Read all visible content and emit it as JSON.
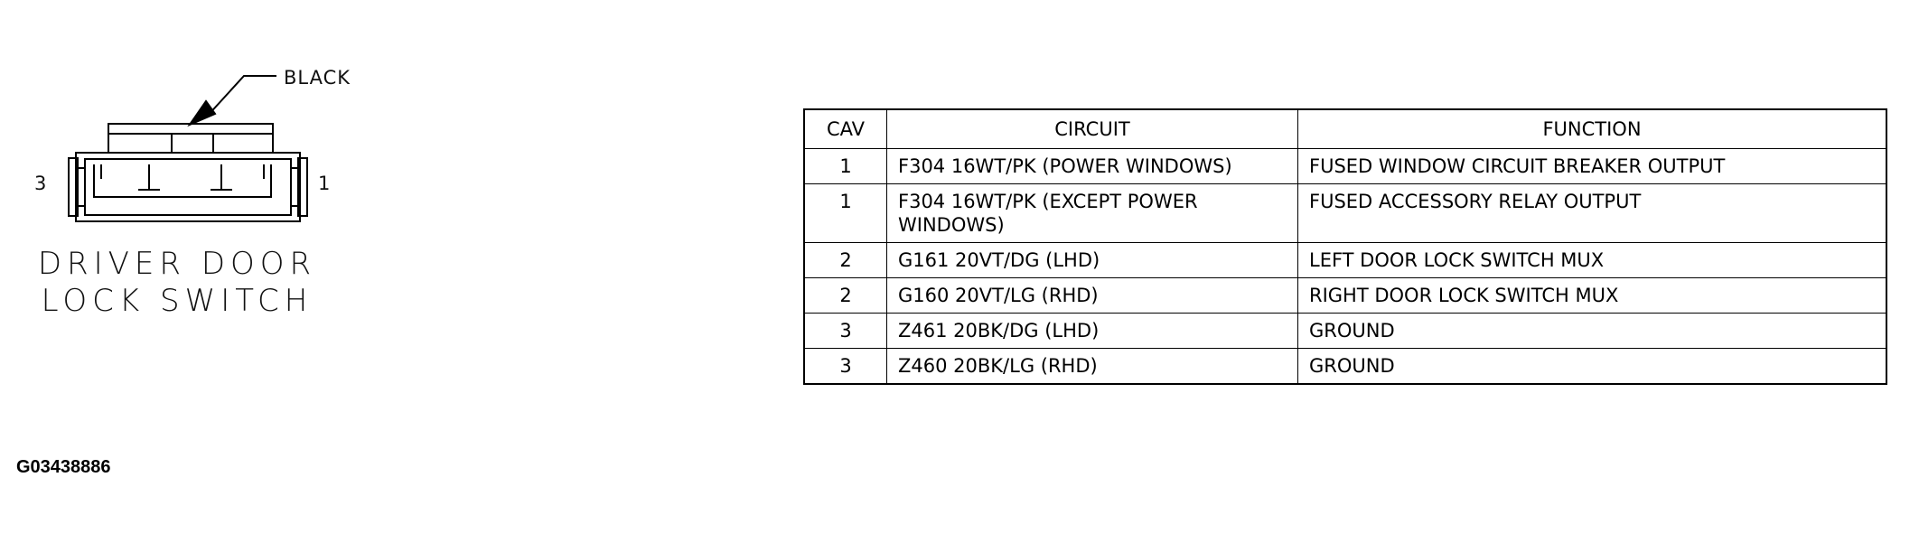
{
  "connector": {
    "color_label": "BLACK",
    "cavity_left": "3",
    "cavity_right": "1",
    "title_line1": "DRIVER DOOR",
    "title_line2": "LOCK SWITCH"
  },
  "table": {
    "headers": [
      "CAV",
      "CIRCUIT",
      "FUNCTION"
    ],
    "rows": [
      {
        "cav": "1",
        "circuit": "F304 16WT/PK (POWER WINDOWS)",
        "function": "FUSED WINDOW CIRCUIT BREAKER OUTPUT"
      },
      {
        "cav": "1",
        "circuit": "F304 16WT/PK (EXCEPT POWER WINDOWS)",
        "function": "FUSED ACCESSORY RELAY OUTPUT"
      },
      {
        "cav": "2",
        "circuit": "G161 20VT/DG (LHD)",
        "function": "LEFT DOOR LOCK SWITCH MUX"
      },
      {
        "cav": "2",
        "circuit": "G160 20VT/LG (RHD)",
        "function": "RIGHT DOOR LOCK SWITCH MUX"
      },
      {
        "cav": "3",
        "circuit": "Z461 20BK/DG (LHD)",
        "function": "GROUND"
      },
      {
        "cav": "3",
        "circuit": "Z460 20BK/LG (RHD)",
        "function": "GROUND"
      }
    ]
  },
  "figure_id": "G03438886"
}
